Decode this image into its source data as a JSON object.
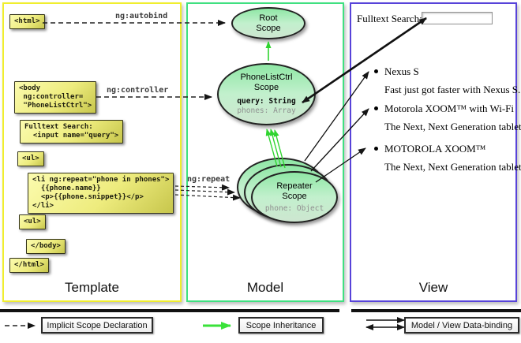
{
  "panels": {
    "template": {
      "label": "Template"
    },
    "model": {
      "label": "Model"
    },
    "view": {
      "label": "View"
    }
  },
  "template": {
    "boxes": {
      "html_open": "<html>",
      "body_open": "<body\n ng:controller=\n \"PhoneListCtrl\">",
      "fulltext": "Fulltext Search:\n  <input name=\"query\">",
      "ul_open": "<ul>",
      "li_repeat": "<li ng:repeat=\"phone in phones\">\n  {{phone.name}}\n  <p>{{phone.snippet}}</p>\n</li>",
      "ul_close": "<ul>",
      "body_close": "</body>",
      "html_close": "</html>"
    },
    "arrow_labels": {
      "autobind": "ng:autobind",
      "controller": "ng:controller",
      "repeat": "ng:repeat"
    }
  },
  "model": {
    "root_scope": {
      "title": "Root\nScope"
    },
    "phonelist_scope": {
      "title": "PhoneListCtrl\nScope",
      "prop_query": "query: String",
      "prop_phones": "phones: Array"
    },
    "repeater_scope": {
      "title": "Repeater\nScope",
      "prop_phone": "phone: Object"
    }
  },
  "view": {
    "search_label": "Fulltext Search:",
    "search_value": "",
    "items": [
      {
        "name": "Nexus S",
        "snippet": "Fast just got faster with Nexus S."
      },
      {
        "name": "Motorola XOOM™ with Wi-Fi",
        "snippet": "The Next, Next Generation tablet."
      },
      {
        "name": "MOTOROLA XOOM™",
        "snippet": "The Next, Next Generation tablet."
      }
    ]
  },
  "legend": {
    "implicit": "Implicit Scope Declaration",
    "inheritance": "Scope Inheritance",
    "binding": "Model / View Data-binding"
  },
  "colors": {
    "template_border": "#f0ee2e",
    "model_border": "#3fe080",
    "view_border": "#5743d9",
    "inheritance_green": "#2fd42f",
    "codebox_yellow": "#eeec7e",
    "scope_green": "#8fe7a5"
  }
}
